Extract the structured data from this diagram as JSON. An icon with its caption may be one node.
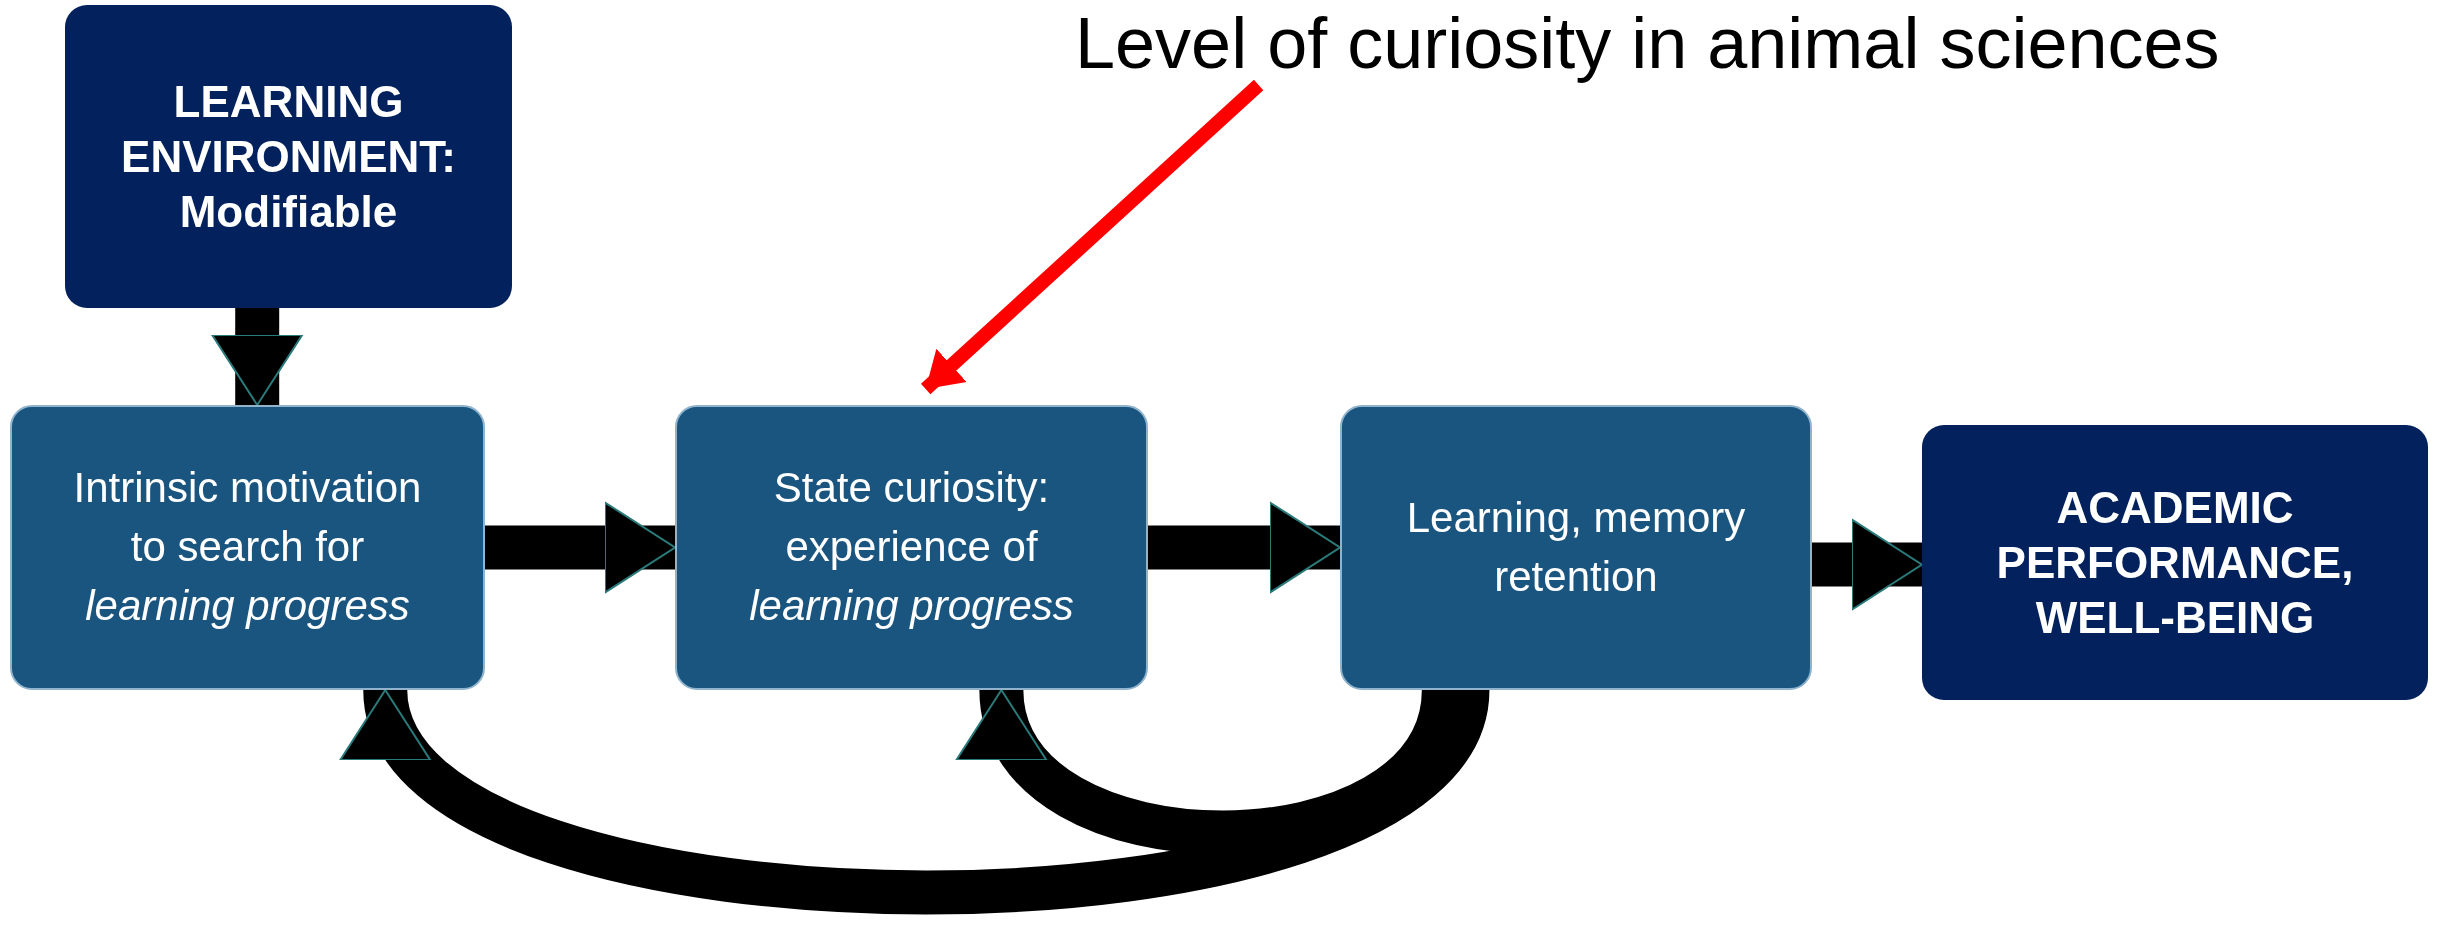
{
  "diagram": {
    "nodes": [
      {
        "text": [
          "LEARNING ENVIRONMENT: Modifiable"
        ]
      },
      {
        "text": [
          "Level of curiosity in animal sciences"
        ]
      },
      {
        "text": [
          "Intrinsic motivation to search for *learning progress*"
        ]
      },
      {
        "text": [
          "State curiosity: experience of *learning progress*"
        ]
      },
      {
        "text": [
          "Learning, memory retention"
        ]
      },
      {
        "text": [
          "ACADEMIC PERFORMANCE, WELL-BEING"
        ]
      }
    ],
    "edges": [
      {
        "from": 0,
        "to": 2,
        "arrow": "to"
      },
      {
        "from": 1,
        "to": 3,
        "arrow": "to",
        "color": "#ff0000"
      },
      {
        "from": 2,
        "to": 3,
        "arrow": "to"
      },
      {
        "from": 3,
        "to": 4,
        "arrow": "to"
      },
      {
        "from": 4,
        "to": 5,
        "arrow": "to"
      },
      {
        "from": 4,
        "to": 3,
        "arrow": "to"
      },
      {
        "from": 4,
        "to": 2,
        "arrow": "to"
      }
    ]
  }
}
